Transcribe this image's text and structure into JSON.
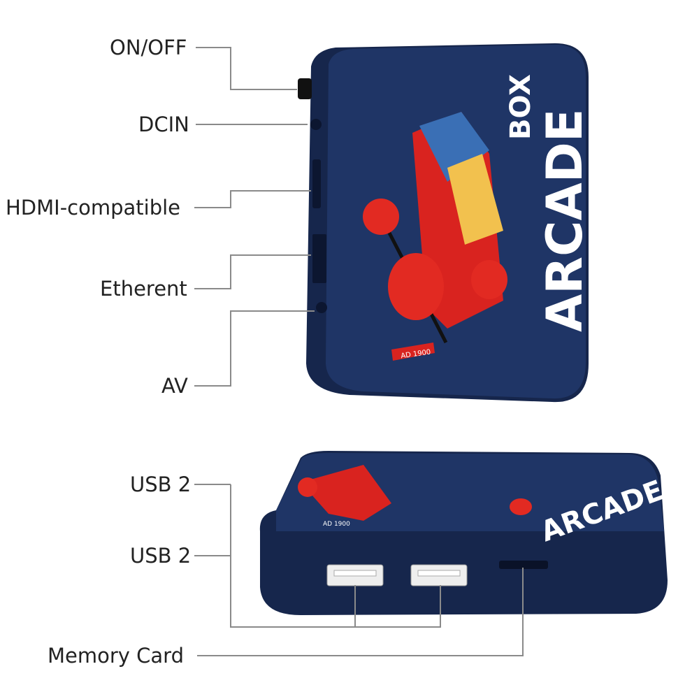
{
  "labels": {
    "on_off": "ON/OFF",
    "dcin": "DCIN",
    "hdmi": "HDMI-compatible",
    "ethernet": "Etherent",
    "av": "AV",
    "usb_1": "USB 2",
    "usb_2": "USB 2",
    "memory_card": "Memory Card"
  },
  "device": {
    "brand_top": "BOX",
    "brand_main": "ARCADE",
    "badge": "AD 1900"
  },
  "colors": {
    "body": "#1f3566",
    "body_dark": "#16264c",
    "accent_red": "#d9231f",
    "leader_line": "#8a8a8a"
  }
}
